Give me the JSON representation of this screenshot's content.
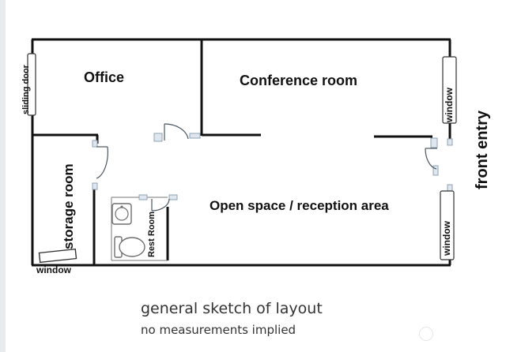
{
  "rooms": {
    "office": "Office",
    "conference": "Conference room",
    "open_space": "Open space / reception area",
    "storage": "storage room",
    "restroom": "Rest Room"
  },
  "labels": {
    "sliding_door": "sliding door",
    "window_top_right": "window",
    "window_bottom_right": "window",
    "window_bottom_left": "window",
    "front_entry": "front entry"
  },
  "caption": {
    "title": "general sketch of layout",
    "subtitle": "no measurements implied"
  },
  "colors": {
    "wall": "#111111",
    "fixture": "#6e6e6e",
    "door_swing": "#5a6a7a",
    "door_jamb": "#8fa3b5"
  }
}
